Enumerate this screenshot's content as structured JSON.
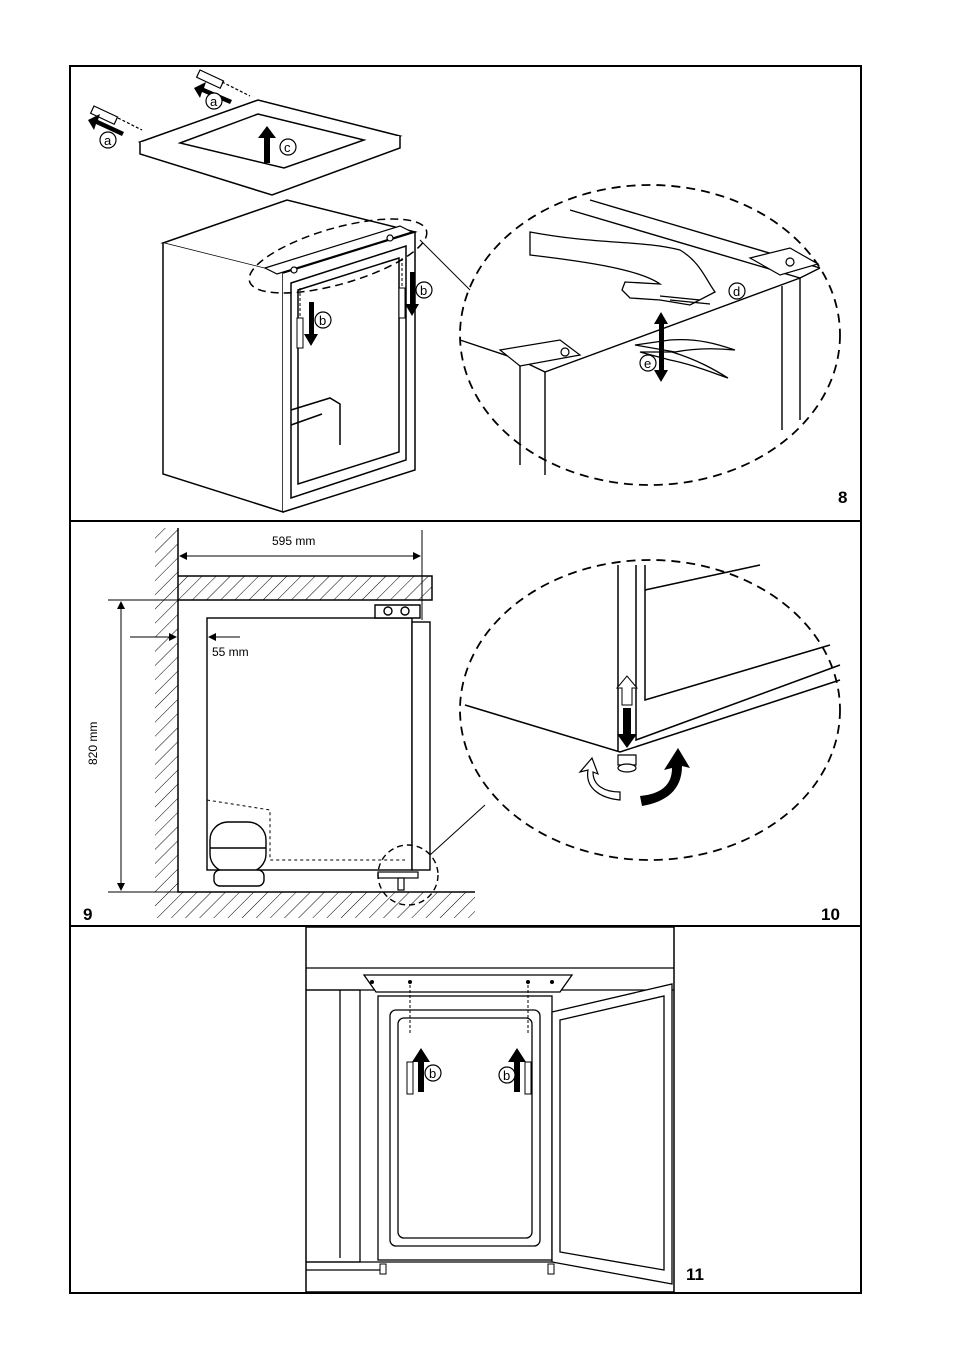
{
  "figures": {
    "fig8": {
      "number": "8",
      "callouts": {
        "a1": "a",
        "a2": "a",
        "b1": "b",
        "b2": "b",
        "c": "c",
        "d": "d",
        "e": "e"
      }
    },
    "fig9": {
      "number": "9",
      "dims": {
        "width": "595 mm",
        "gap": "55 mm",
        "height": "820 mm"
      }
    },
    "fig10": {
      "number": "10"
    },
    "fig11": {
      "number": "11",
      "callouts": {
        "b1": "b",
        "b2": "b"
      }
    }
  },
  "colors": {
    "line": "#000000",
    "paper": "#ffffff",
    "hatch": "#000000"
  }
}
